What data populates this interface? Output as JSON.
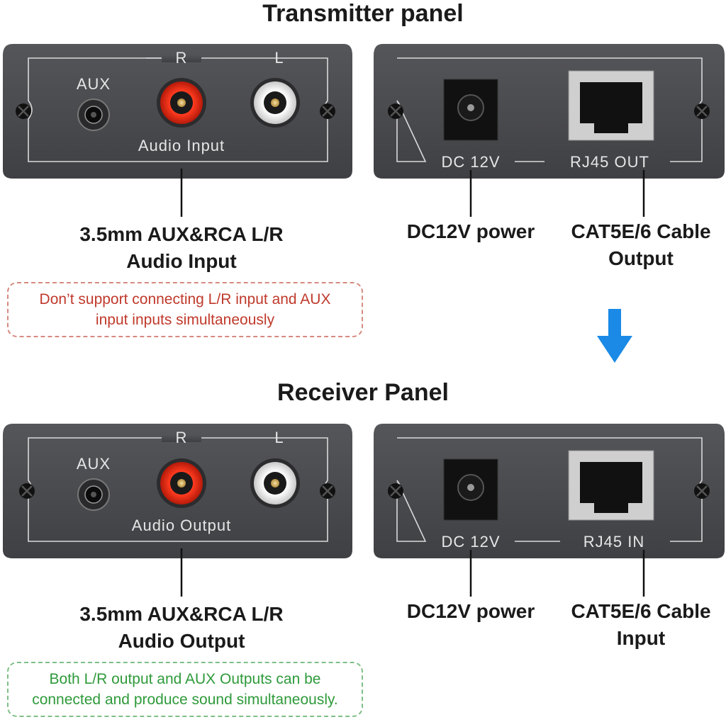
{
  "transmitter": {
    "title": "Transmitter panel",
    "left_panel": {
      "r_label": "R",
      "l_label": "L",
      "aux_label": "AUX",
      "audio_label": "Audio Input"
    },
    "right_panel": {
      "dc_label": "DC 12V",
      "rj_label": "RJ45 OUT"
    },
    "callouts": {
      "audio": "3.5mm AUX&RCA L/R\nAudio Input",
      "power": "DC12V power",
      "cable": "CAT5E/6 Cable\nOutput"
    },
    "note": "Don’t support connecting L/R input and AUX\ninput inputs simultaneously"
  },
  "receiver": {
    "title": "Receiver Panel",
    "left_panel": {
      "r_label": "R",
      "l_label": "L",
      "aux_label": "AUX",
      "audio_label": "Audio Output"
    },
    "right_panel": {
      "dc_label": "DC 12V",
      "rj_label": "RJ45 IN"
    },
    "callouts": {
      "audio": "3.5mm AUX&RCA L/R\nAudio Output",
      "power": "DC12V power",
      "cable": "CAT5E/6 Cable\nInput"
    },
    "note": "Both L/R output and AUX Outputs can be\nconnected and produce sound simultaneously."
  },
  "colors": {
    "panel": "#4a4b4f",
    "red_note": "#c0392b",
    "green_note": "#2e9a3a",
    "arrow": "#1a8ae6"
  },
  "icons": {
    "flow_arrow": "down-arrow-icon"
  }
}
